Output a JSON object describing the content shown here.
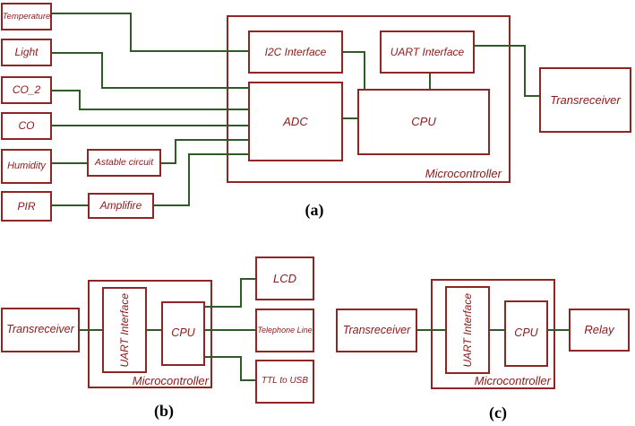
{
  "colors": {
    "box_border": "#8e2626",
    "label_text": "#8b1a1a",
    "wire": "#2e5b28",
    "caption_text": "#000000"
  },
  "figure_a": {
    "caption": "(a)",
    "sensors": {
      "temperature": "Temperature",
      "light": "Light",
      "co2": "CO_2",
      "co": "CO",
      "humidity": "Humidity",
      "pir": "PIR"
    },
    "astable": "Astable circuit",
    "amplifier": "Amplifire",
    "i2c": "I2C Interface",
    "uart": "UART Interface",
    "adc": "ADC",
    "cpu": "CPU",
    "microcontroller": "Microcontroller",
    "transreceiver": "Transreceiver"
  },
  "figure_b": {
    "caption": "(b)",
    "transreceiver": "Transreceiver",
    "uart": "UART Interface",
    "cpu": "CPU",
    "microcontroller": "Microcontroller",
    "lcd": "LCD",
    "telephone_line": "Telephone Line",
    "ttl_to_usb": "TTL to USB"
  },
  "figure_c": {
    "caption": "(c)",
    "transreceiver": "Transreceiver",
    "uart": "UART Interface",
    "cpu": "CPU",
    "microcontroller": "Microcontroller",
    "relay": "Relay"
  }
}
